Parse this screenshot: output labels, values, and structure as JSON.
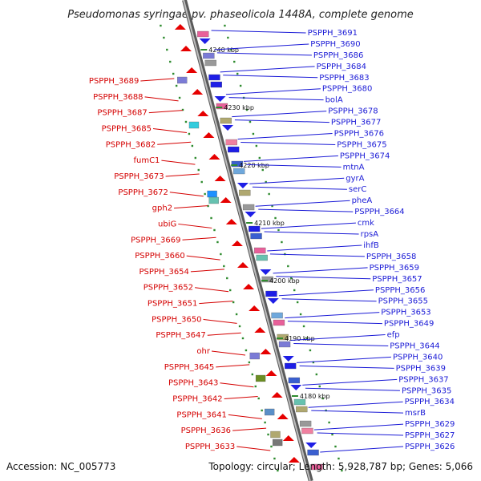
{
  "title": "Pseudomonas syringae pv. phaseolicola 1448A, complete genome",
  "footer": {
    "accession": "Accession: NC_005773",
    "topology": "Topology: circular; Length: 5,928,787 bp; Genes: 5,066"
  },
  "colors": {
    "forward_label": "#1a1ad6",
    "reverse_label": "#d40000",
    "backbone": "#8c8c8c",
    "tick": "#2e8b2e"
  },
  "kbp_marks": [
    {
      "text": "4240 kbp",
      "pos": 4240
    },
    {
      "text": "4230 kbp",
      "pos": 4230
    },
    {
      "text": "4220 kbp",
      "pos": 4220
    },
    {
      "text": "4210 kbp",
      "pos": 4210
    },
    {
      "text": "4200 kbp",
      "pos": 4200
    },
    {
      "text": "4190 kbp",
      "pos": 4190
    },
    {
      "text": "4180 kbp",
      "pos": 4180
    }
  ],
  "forward_genes": [
    "PSPPH_3691",
    "PSPPH_3690",
    "PSPPH_3686",
    "PSPPH_3684",
    "PSPPH_3683",
    "PSPPH_3680",
    "bolA",
    "PSPPH_3678",
    "PSPPH_3677",
    "PSPPH_3676",
    "PSPPH_3675",
    "PSPPH_3674",
    "mtnA",
    "gyrA",
    "serC",
    "pheA",
    "PSPPH_3664",
    "cmk",
    "rpsA",
    "ihfB",
    "PSPPH_3658",
    "PSPPH_3659",
    "PSPPH_3657",
    "PSPPH_3656",
    "PSPPH_3655",
    "PSPPH_3653",
    "PSPPH_3649",
    "efp",
    "PSPPH_3644",
    "PSPPH_3640",
    "PSPPH_3639",
    "PSPPH_3637",
    "PSPPH_3635",
    "PSPPH_3634",
    "msrB",
    "PSPPH_3629",
    "PSPPH_3627",
    "PSPPH_3626"
  ],
  "reverse_genes": [
    "PSPPH_3689",
    "PSPPH_3688",
    "PSPPH_3687",
    "PSPPH_3685",
    "PSPPH_3682",
    "fumC1",
    "PSPPH_3673",
    "PSPPH_3672",
    "gph2",
    "ubiG",
    "PSPPH_3669",
    "PSPPH_3660",
    "PSPPH_3654",
    "PSPPH_3652",
    "PSPPH_3651",
    "PSPPH_3650",
    "PSPPH_3647",
    "ohr",
    "PSPPH_3645",
    "PSPPH_3643",
    "PSPPH_3642",
    "PSPPH_3641",
    "PSPPH_3636",
    "PSPPH_3633"
  ]
}
